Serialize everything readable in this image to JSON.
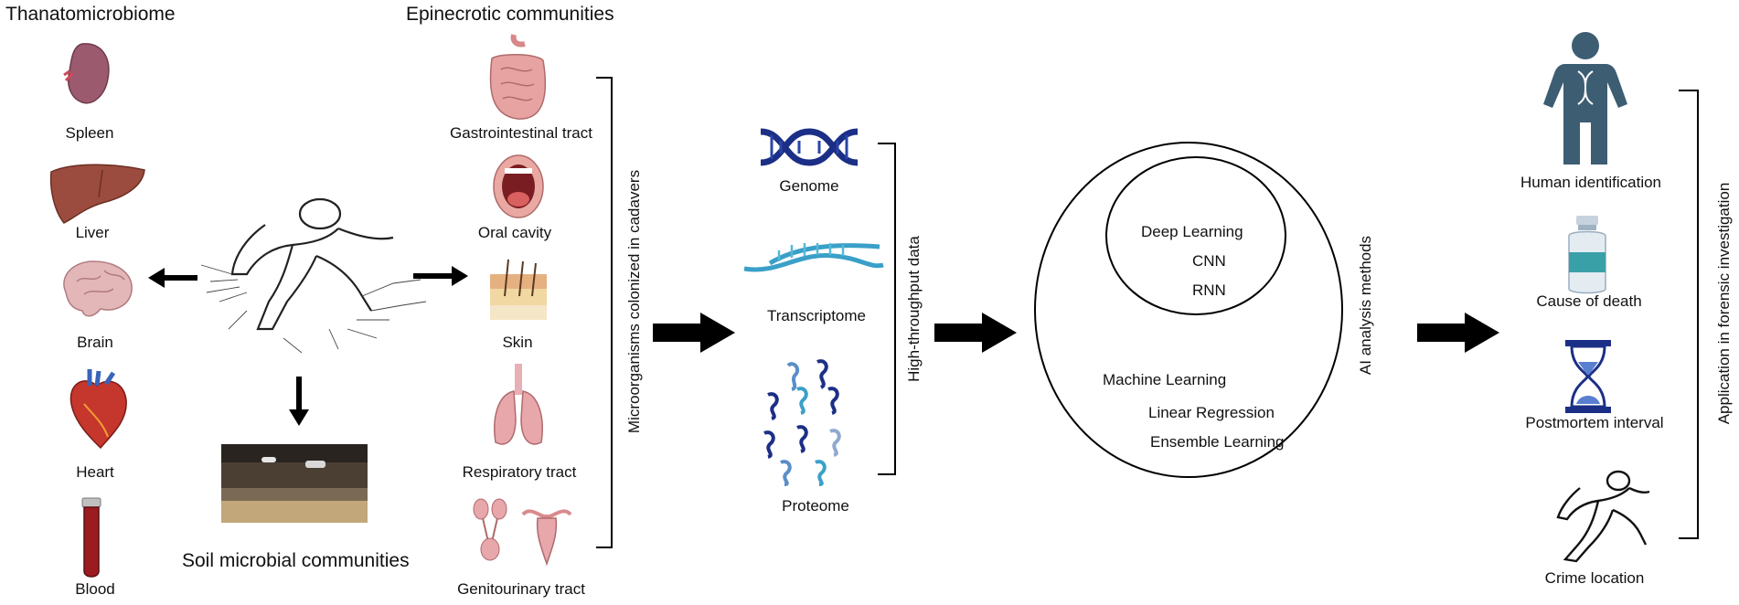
{
  "headings": {
    "thanatomicrobiome": "Thanatomicrobiome",
    "epinecrotic": "Epinecrotic communities",
    "soil": "Soil microbial communities"
  },
  "organs": [
    {
      "label": "Spleen",
      "icon": "spleen-icon"
    },
    {
      "label": "Liver",
      "icon": "liver-icon"
    },
    {
      "label": "Brain",
      "icon": "brain-icon"
    },
    {
      "label": "Heart",
      "icon": "heart-icon"
    },
    {
      "label": "Blood",
      "icon": "blood-tube-icon"
    }
  ],
  "epinecrotic_sites": [
    {
      "label": "Gastrointestinal tract",
      "icon": "intestine-icon"
    },
    {
      "label": "Oral cavity",
      "icon": "mouth-icon"
    },
    {
      "label": "Skin",
      "icon": "skin-icon"
    },
    {
      "label": "Respiratory tract",
      "icon": "lungs-icon"
    },
    {
      "label": "Genitourinary tract",
      "icon": "genitourinary-icon"
    }
  ],
  "bracket_labels": {
    "microorganisms": "Microorganisms colonized in cadavers",
    "high_throughput": "High-throughput  data",
    "ai_methods": "AI analysis methods",
    "application": "Application in forensic investigation"
  },
  "omics": [
    {
      "label": "Genome",
      "icon": "dna-icon"
    },
    {
      "label": "Transcriptome",
      "icon": "rna-icon"
    },
    {
      "label": "Proteome",
      "icon": "protein-icon"
    }
  ],
  "ai": {
    "deep_learning": "Deep Learning",
    "cnn": "CNN",
    "rnn": "RNN",
    "machine_learning": "Machine Learning",
    "linear_regression": "Linear Regression",
    "ensemble_learning": "Ensemble Learning"
  },
  "applications": [
    {
      "label": "Human identification",
      "icon": "human-dna-icon"
    },
    {
      "label": "Cause of death",
      "icon": "vial-icon"
    },
    {
      "label": "Postmortem interval",
      "icon": "hourglass-icon"
    },
    {
      "label": "Crime location",
      "icon": "body-outline-icon"
    }
  ],
  "colors": {
    "organ_pink": "#c98b94",
    "dna_blue": "#1c2f86",
    "rna_teal": "#3aa0c8",
    "human_slate": "#3d5d73",
    "arrow": "#000000"
  }
}
